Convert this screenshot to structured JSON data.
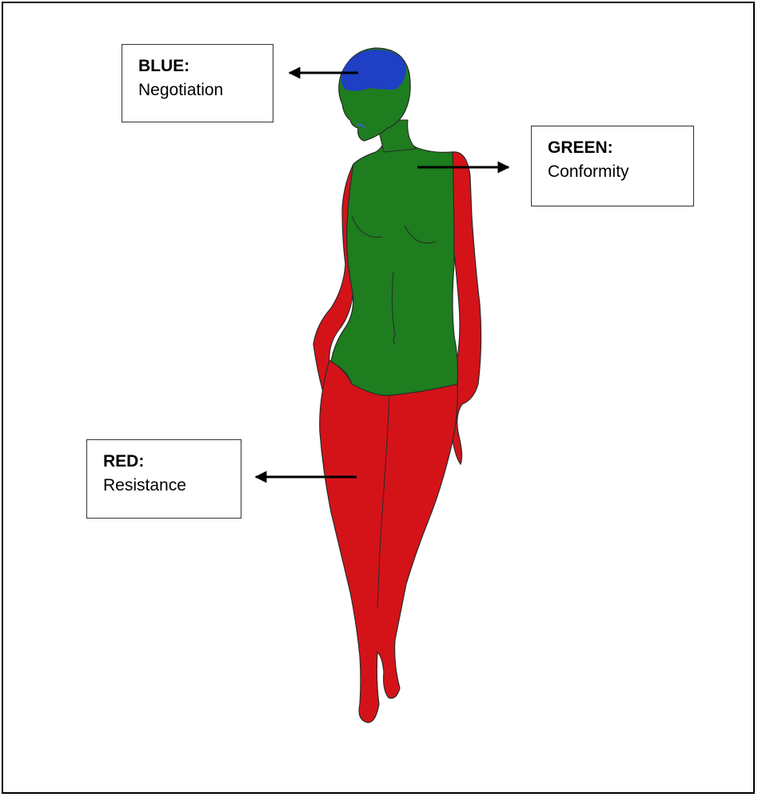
{
  "labels": {
    "blue": {
      "title": "BLUE:",
      "text": "Negotiation"
    },
    "green": {
      "title": "GREEN:",
      "text": "Conformity"
    },
    "red": {
      "title": "RED:",
      "text": "Resistance"
    }
  },
  "colors": {
    "blue": "#1f3fc4",
    "green": "#1e7d1e",
    "red": "#d41319",
    "outline": "#2a2a2a",
    "arrow": "#000000",
    "frame": "#000000"
  }
}
